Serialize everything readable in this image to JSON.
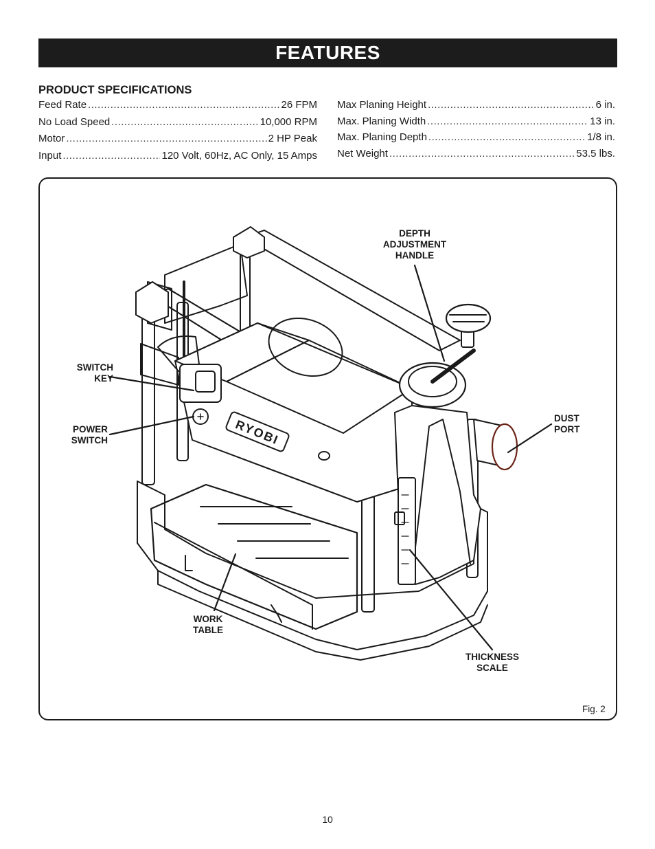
{
  "header": {
    "title": "FEATURES"
  },
  "specs": {
    "title": "PRODUCT SPECIFICATIONS",
    "left": [
      {
        "label": "Feed Rate",
        "value": "26 FPM"
      },
      {
        "label": "No Load Speed",
        "value": "10,000 RPM"
      },
      {
        "label": "Motor",
        "value": "2 HP Peak"
      },
      {
        "label": "Input",
        "value": "120 Volt, 60Hz, AC Only, 15 Amps"
      }
    ],
    "right": [
      {
        "label": "Max Planing Height",
        "value": "6 in."
      },
      {
        "label": "Max. Planing Width",
        "value": "13 in."
      },
      {
        "label": "Max. Planing Depth",
        "value": "1/8 in."
      },
      {
        "label": "Net Weight",
        "value": "53.5 lbs."
      }
    ]
  },
  "figure": {
    "callouts": {
      "depth_adjustment_handle": "DEPTH\nADJUSTMENT\nHANDLE",
      "switch_key": "SWITCH\nKEY",
      "power_switch": "POWER\nSWITCH",
      "dust_port": "DUST\nPORT",
      "work_table": "WORK\nTABLE",
      "thickness_scale": "THICKNESS\nSCALE"
    },
    "brand_logo": "RYOBI",
    "caption": "Fig. 2"
  },
  "page_number": "10"
}
